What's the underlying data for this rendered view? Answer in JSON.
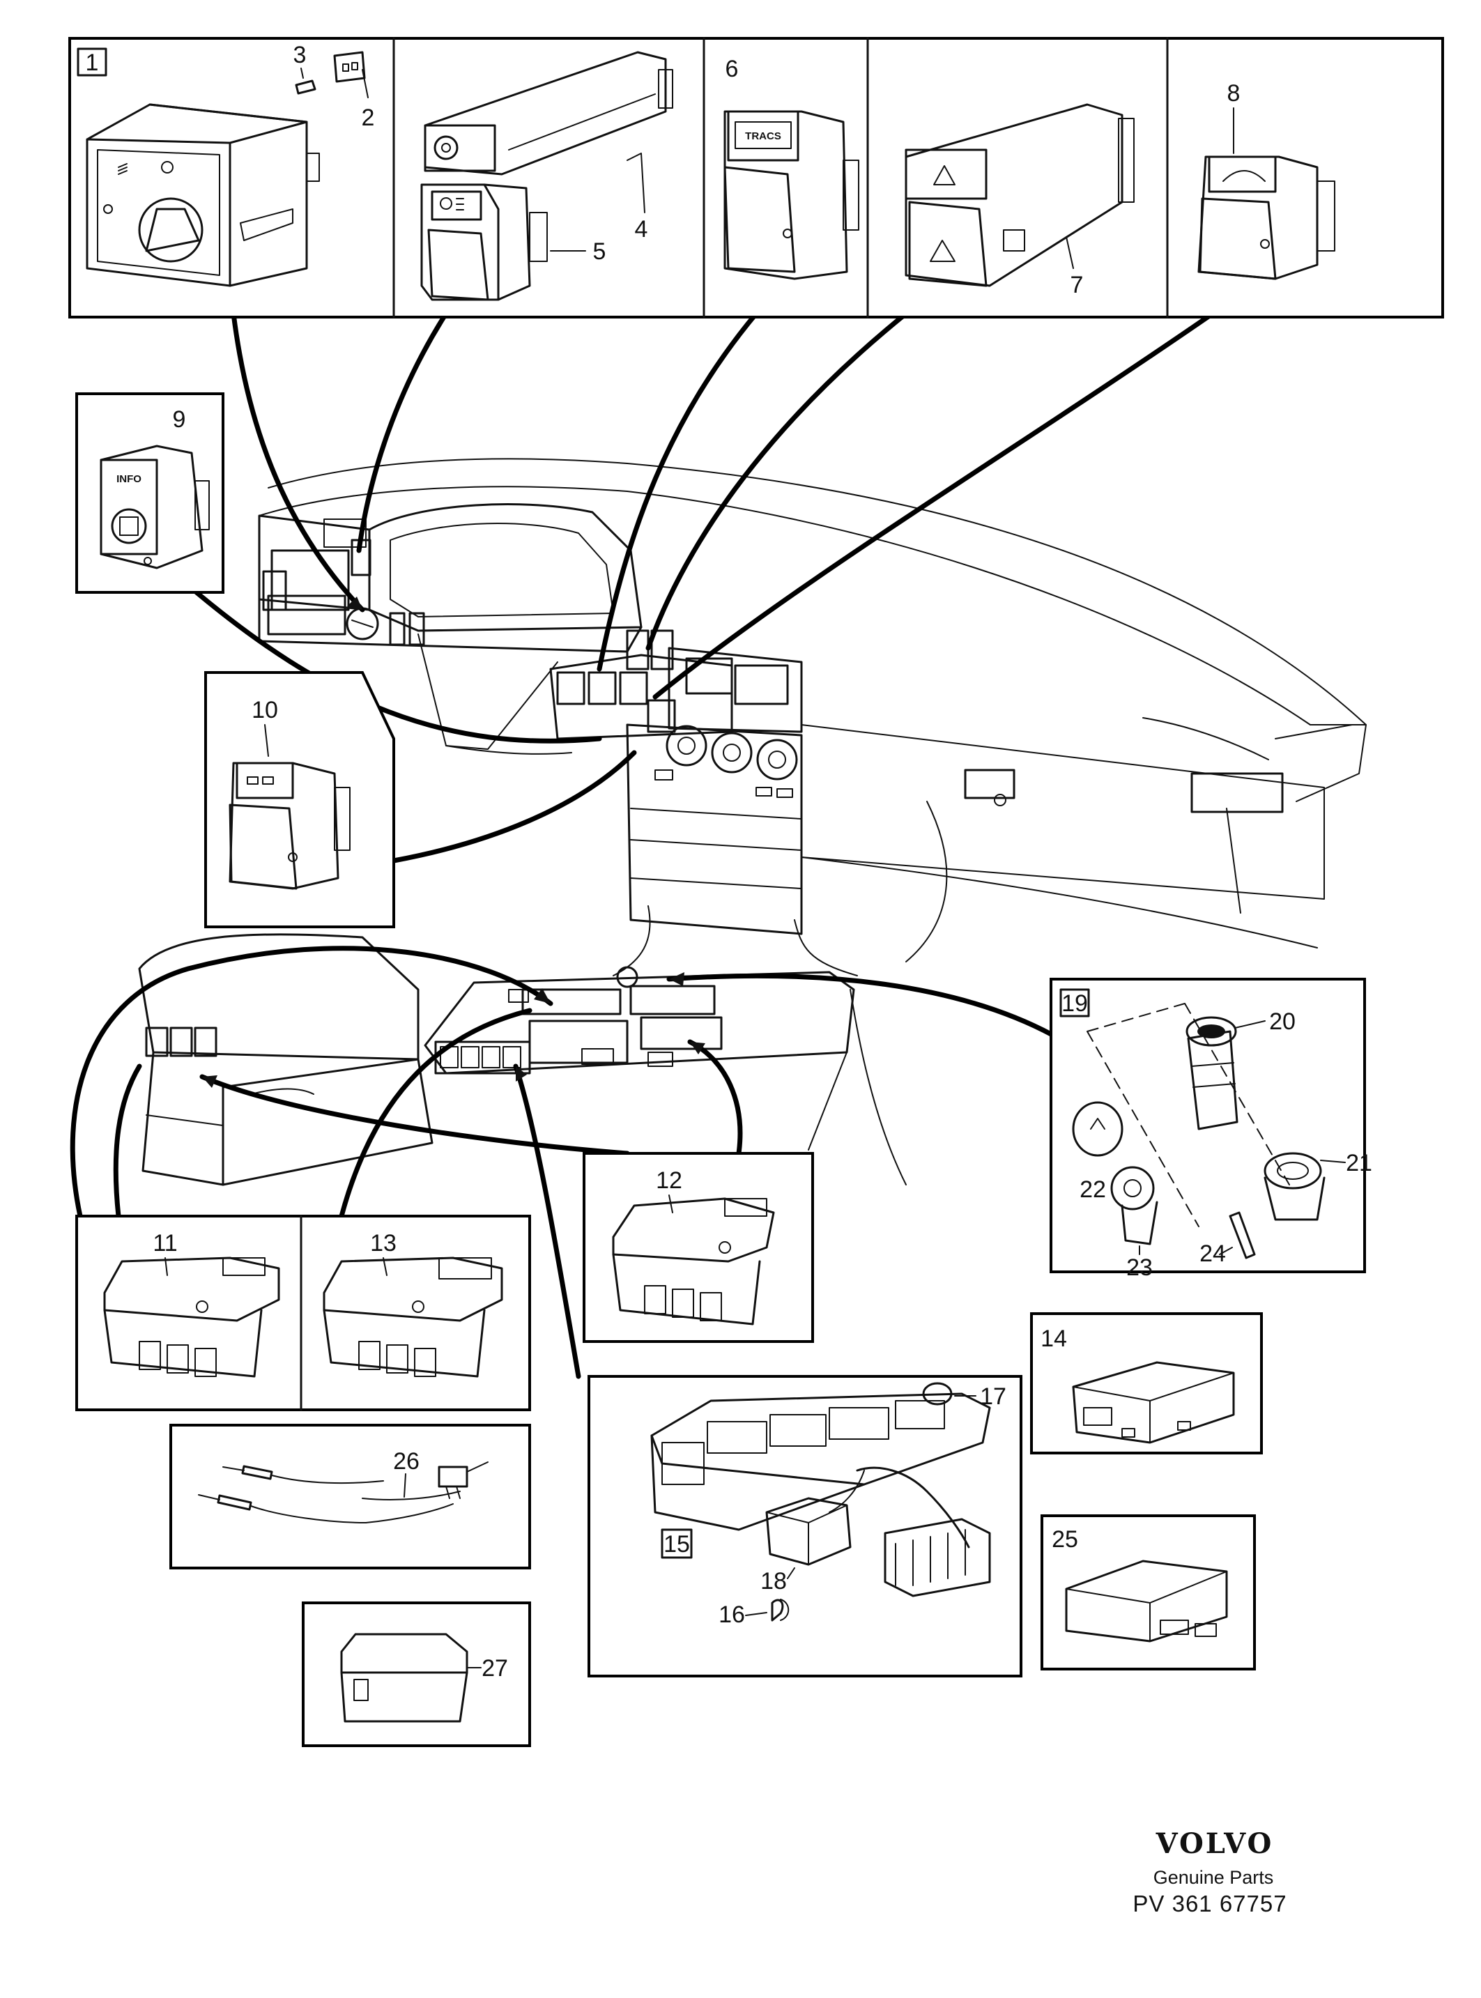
{
  "diagram": {
    "part_numbers": [
      "1",
      "2",
      "3",
      "4",
      "5",
      "6",
      "7",
      "8",
      "9",
      "10",
      "11",
      "12",
      "13",
      "14",
      "15",
      "16",
      "17",
      "18",
      "19",
      "20",
      "21",
      "22",
      "23",
      "24",
      "25",
      "26",
      "27"
    ],
    "switch_markings": {
      "tracs": "TRACS",
      "info": "INFO"
    }
  },
  "footer": {
    "brand": "VOLVO",
    "subtitle": "Genuine Parts",
    "code": "PV 361 67757"
  }
}
